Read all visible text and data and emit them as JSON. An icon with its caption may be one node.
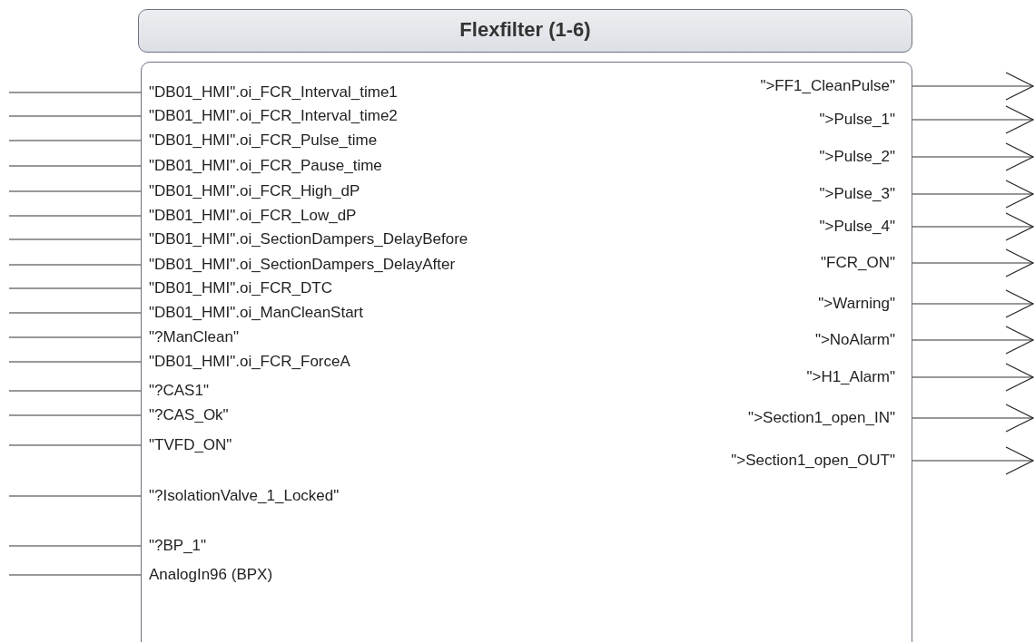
{
  "diagram": {
    "nodes": [
      {
        "text": [
          "Flexfilter (1-6)"
        ]
      },
      {
        "text": [],
        "shape": "box"
      },
      {
        "text": [
          "\"DB01_HMI\".oi_FCR_Interval_time1"
        ],
        "in": 1
      },
      {
        "text": [
          "\"DB01_HMI\".oi_FCR_Interval_time2"
        ],
        "in": 1
      },
      {
        "text": [
          "\"DB01_HMI\".oi_FCR_Pulse_time"
        ],
        "in": 1
      },
      {
        "text": [
          "\"DB01_HMI\".oi_FCR_Pause_time"
        ],
        "in": 1
      },
      {
        "text": [
          "\"DB01_HMI\".oi_FCR_High_dP"
        ],
        "in": 1
      },
      {
        "text": [
          "\"DB01_HMI\".oi_FCR_Low_dP"
        ],
        "in": 1
      },
      {
        "text": [
          "\"DB01_HMI\".oi_SectionDampers_DelayBefore"
        ],
        "in": 1
      },
      {
        "text": [
          "\"DB01_HMI\".oi_SectionDampers_DelayAfter"
        ],
        "in": 1
      },
      {
        "text": [
          "\"DB01_HMI\".oi_FCR_DTC"
        ],
        "in": 1
      },
      {
        "text": [
          "\"DB01_HMI\".oi_ManCleanStart"
        ],
        "in": 1
      },
      {
        "text": [
          "\"?ManClean\""
        ],
        "in": 1
      },
      {
        "text": [
          "\"DB01_HMI\".oi_FCR_ForceA"
        ],
        "in": 1
      },
      {
        "text": [
          "\"?CAS1\""
        ],
        "in": 1
      },
      {
        "text": [
          "\"?CAS_Ok\""
        ],
        "in": 1
      },
      {
        "text": [
          "\"TVFD_ON\""
        ],
        "in": 1
      },
      {
        "text": [
          "\"?IsolationValve_1_Locked\""
        ],
        "in": 1
      },
      {
        "text": [
          "\"?BP_1\""
        ],
        "in": 1
      },
      {
        "text": [
          "AnalogIn96 (BPX)"
        ],
        "in": 1
      },
      {
        "text": [
          "\">FF1_CleanPulse\""
        ],
        "in": 1
      },
      {
        "text": [
          "\">Pulse_1\""
        ],
        "in": 1
      },
      {
        "text": [
          "\">Pulse_2\""
        ],
        "in": 1
      },
      {
        "text": [
          "\">Pulse_3\""
        ],
        "in": 1
      },
      {
        "text": [
          "\">Pulse_4\""
        ],
        "in": 1
      },
      {
        "text": [
          "\"FCR_ON\""
        ],
        "in": 1
      },
      {
        "text": [
          "\">Warning\""
        ],
        "in": 1
      },
      {
        "text": [
          "\">NoAlarm\""
        ],
        "in": 1
      },
      {
        "text": [
          "\">H1_Alarm\""
        ],
        "in": 1
      },
      {
        "text": [
          "\">Section1_open_IN\""
        ],
        "in": 1
      },
      {
        "text": [
          "\">Section1_open_OUT\""
        ],
        "in": 1
      }
    ],
    "edges": [
      {
        "from": null,
        "to": 2,
        "arrow": "none"
      },
      {
        "from": null,
        "to": 3,
        "arrow": "none"
      },
      {
        "from": null,
        "to": 4,
        "arrow": "none"
      },
      {
        "from": null,
        "to": 5,
        "arrow": "none"
      },
      {
        "from": null,
        "to": 6,
        "arrow": "none"
      },
      {
        "from": null,
        "to": 7,
        "arrow": "none"
      },
      {
        "from": null,
        "to": 8,
        "arrow": "none"
      },
      {
        "from": null,
        "to": 9,
        "arrow": "none"
      },
      {
        "from": null,
        "to": 10,
        "arrow": "none"
      },
      {
        "from": null,
        "to": 11,
        "arrow": "none"
      },
      {
        "from": null,
        "to": 12,
        "arrow": "none"
      },
      {
        "from": null,
        "to": 13,
        "arrow": "none"
      },
      {
        "from": null,
        "to": 14,
        "arrow": "none"
      },
      {
        "from": null,
        "to": 15,
        "arrow": "none"
      },
      {
        "from": null,
        "to": 16,
        "arrow": "none"
      },
      {
        "from": null,
        "to": 17,
        "arrow": "none"
      },
      {
        "from": null,
        "to": 18,
        "arrow": "none"
      },
      {
        "from": null,
        "to": 19,
        "arrow": "none"
      },
      {
        "from": 20,
        "to": null,
        "arrow": "to"
      },
      {
        "from": 21,
        "to": null,
        "arrow": "to"
      },
      {
        "from": 22,
        "to": null,
        "arrow": "to"
      },
      {
        "from": 23,
        "to": null,
        "arrow": "to"
      },
      {
        "from": 24,
        "to": null,
        "arrow": "to"
      },
      {
        "from": 25,
        "to": null,
        "arrow": "to"
      },
      {
        "from": 26,
        "to": null,
        "arrow": "to"
      },
      {
        "from": 27,
        "to": null,
        "arrow": "to"
      },
      {
        "from": 28,
        "to": null,
        "arrow": "to"
      },
      {
        "from": 29,
        "to": null,
        "arrow": "to"
      },
      {
        "from": 30,
        "to": null,
        "arrow": "to"
      }
    ]
  }
}
